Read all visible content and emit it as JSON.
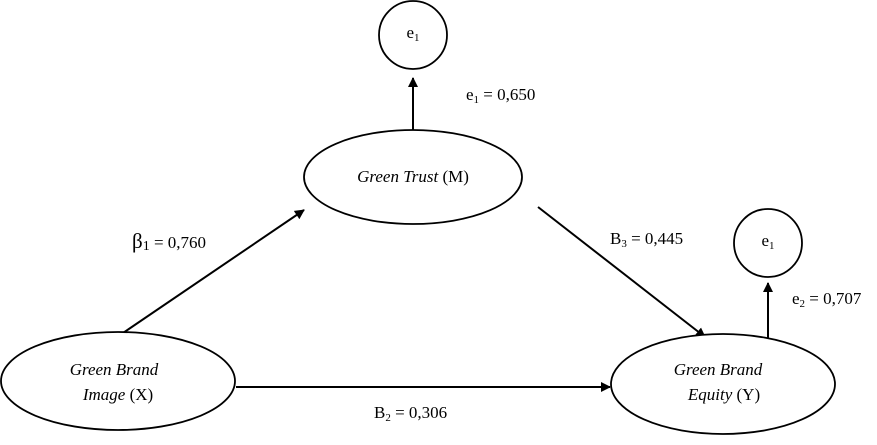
{
  "nodes": {
    "error_top": {
      "main": "e",
      "sub": "1"
    },
    "error_right": {
      "main": "e",
      "sub": "1"
    },
    "green_trust": {
      "name": "Green Trust",
      "suffix": " (M)"
    },
    "green_brand_image": {
      "line1": "Green Brand",
      "line2_name": "Image",
      "line2_suffix": " (X)"
    },
    "green_brand_equity": {
      "line1": "Green Brand",
      "line2_name": "Equity",
      "line2_suffix": " (Y)"
    }
  },
  "edge_labels": {
    "e1_value": {
      "main": "e",
      "sub": "1",
      "value": " = 0,650"
    },
    "beta1": {
      "main": "β",
      "sub": "1",
      "value": " = 0,760"
    },
    "b3": {
      "main": "B",
      "sub": "3",
      "value": " = 0,445"
    },
    "e2_value": {
      "main": "e",
      "sub": "2",
      "value": " = 0,707"
    },
    "b2": {
      "main": "B",
      "sub": "2",
      "value": " = 0,306"
    }
  }
}
